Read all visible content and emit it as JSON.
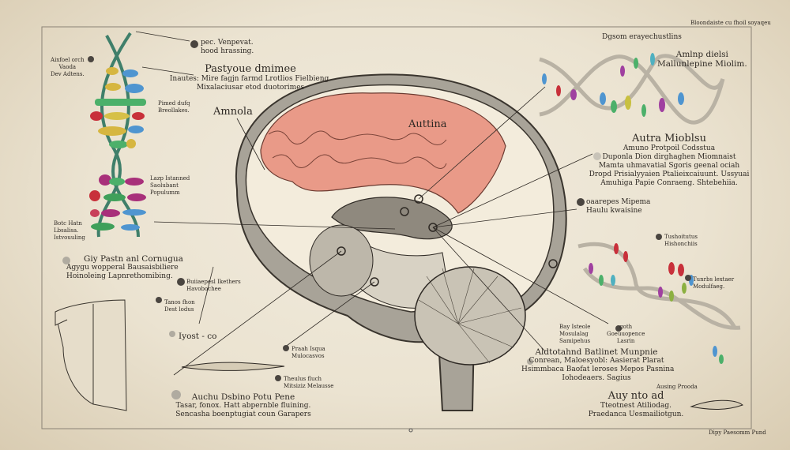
{
  "corner_top_right": "Bloondaiste cu fhoil   soyaqeu",
  "corner_bottom_right": "Dipy Paesomm Pund",
  "labels": {
    "pec": [
      "pec. Venpevat.",
      "hood hrassing."
    ],
    "aixfoel": [
      "Aixfoel orch",
      "Vaoda",
      "Dev Adtens."
    ],
    "pastyoue": {
      "title": "Pastyoue dmimee",
      "lines": [
        "Inautes: Mire fagjn farmd Lrotlios Fielbieng.",
        "Mixalaciusar etod duotorimes"
      ]
    },
    "amnola": "Amnola",
    "pimed": [
      "Pimed dufq",
      "Breollakes."
    ],
    "lazp": [
      "Lazp Istanned",
      "Saolubant",
      "Populumm"
    ],
    "botc": [
      "Botc Hatn",
      "Lbsalisa.",
      "Istvouuling"
    ],
    "auttina": "Auttina",
    "dgsom": "Dgsom erayechustlins",
    "amlnp": [
      "Amlnp dielsi",
      "Mallunlepine Miolim."
    ],
    "autra": {
      "title": "Autra Mioblsu",
      "lines": [
        "Amuno Protpoil Codsstua",
        "Duponla Dion dirghaghen Miomnaist",
        "Mamta uhmavatial Sgoris geenal ociah",
        "Dropd Prisialyyaien Ptalieixcaiuunt. Ussyuai",
        "Amuhiga Papie Conraeng. Shtebehiia."
      ]
    },
    "oaarepes": [
      "oaarepes Mipema",
      "Haulu kwaisine"
    ],
    "tushoit": [
      "Tushoitutus",
      "Hishonchiis"
    ],
    "tunrbs": [
      "Tunrbs lextaer",
      "Modulfaeg."
    ],
    "giy": {
      "title": "Giy Pastn anl Cornugua",
      "lines": [
        "Agygu wopperal Bausaisbiliere",
        "Hoinoleing Lapnrethomibing."
      ]
    },
    "buiia": [
      "Buiiaepesl Ikethers",
      "Havobochee"
    ],
    "tanos": [
      "Tanos fhon",
      "Dest lodus"
    ],
    "iyost": "Iyost - co",
    "praah": [
      "Praah Isqua",
      "Mulocasvos"
    ],
    "theulus": [
      "Theulus fluch",
      "Mitsiziz Melausse"
    ],
    "auchu": {
      "title": "Auchu Dsbino Potu Pene",
      "lines": [
        "Tasar, fonox. Hatt abpernble fluining.",
        "Sencasha boenptugiat coun Garapers"
      ]
    },
    "bay": [
      "Bay Isteole",
      "Mosulalag",
      "Samipehus"
    ],
    "goth": [
      "goth",
      "Goeuuopence",
      "Lasrin"
    ],
    "aldto": {
      "title": "Aldtotahnd Batlinet Munpnie",
      "lines": [
        "Conrean, Maloesyobl: Aasierat Plarat",
        "Hsimmbaca Baofat leroses Mepos Pasnina",
        "Iohodeaers. Sagius"
      ]
    },
    "ausing": "Ausing Prooda",
    "auy": {
      "title": "Auy nto ad",
      "lines": [
        "Tteotnest Atiliodag.",
        "Praedanca Uesmailiotgun."
      ]
    }
  },
  "colors": {
    "parchment": "#ece4d2",
    "cortex": "#e99a88",
    "ink": "#2e2924"
  }
}
